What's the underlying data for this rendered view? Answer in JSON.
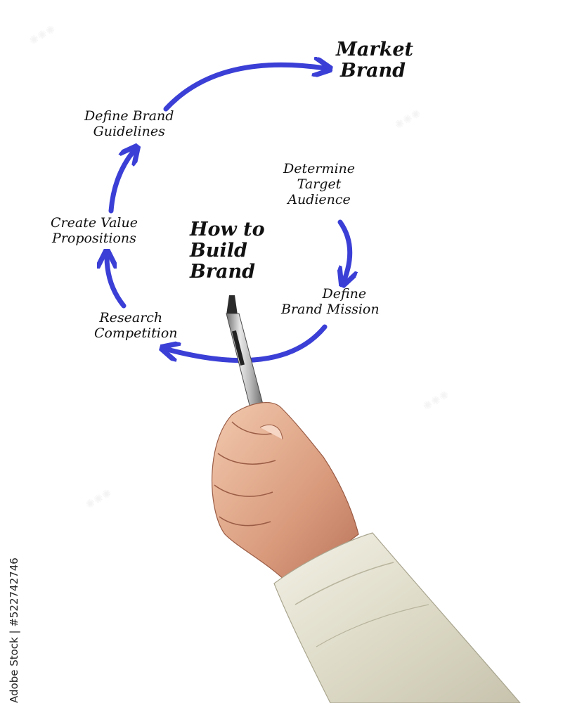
{
  "diagram": {
    "title_lines": [
      "How to",
      "Build",
      "Brand"
    ],
    "goal_lines": [
      "Market",
      "Brand"
    ],
    "steps": [
      {
        "lines": [
          "Determine",
          "Target",
          "Audience"
        ]
      },
      {
        "lines": [
          "Define",
          "Brand Mission"
        ]
      },
      {
        "lines": [
          "Research",
          "Competition"
        ]
      },
      {
        "lines": [
          "Create Value",
          "Propositions"
        ]
      },
      {
        "lines": [
          "Define Brand",
          "Guidelines"
        ]
      }
    ],
    "arrow_color": "#3b3fd6"
  },
  "watermark": {
    "stock_id": "Adobe Stock | #522742746"
  },
  "icons": {
    "hand": "hand-holding-pen-icon",
    "pen": "pen-icon"
  }
}
